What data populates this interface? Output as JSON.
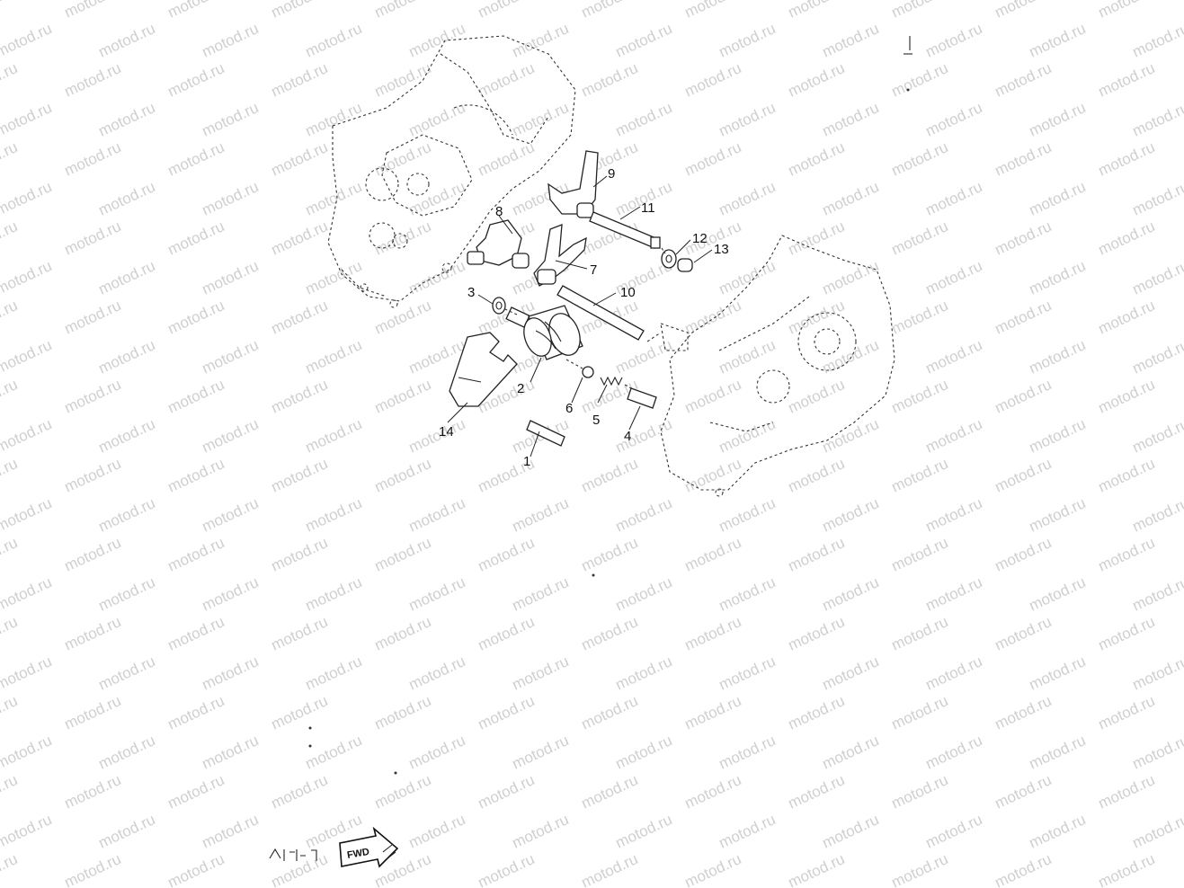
{
  "watermark": {
    "text": "motod.ru",
    "color": "#cfcfcf"
  },
  "callouts": [
    {
      "id": "1",
      "label": "1"
    },
    {
      "id": "2",
      "label": "2"
    },
    {
      "id": "3",
      "label": "3"
    },
    {
      "id": "4",
      "label": "4"
    },
    {
      "id": "5",
      "label": "5"
    },
    {
      "id": "6",
      "label": "6"
    },
    {
      "id": "7",
      "label": "7"
    },
    {
      "id": "8",
      "label": "8"
    },
    {
      "id": "9",
      "label": "9"
    },
    {
      "id": "10",
      "label": "10"
    },
    {
      "id": "11",
      "label": "11"
    },
    {
      "id": "12",
      "label": "12"
    },
    {
      "id": "13",
      "label": "13"
    },
    {
      "id": "14",
      "label": "14"
    }
  ],
  "direction_badge": {
    "label": "FWD"
  }
}
